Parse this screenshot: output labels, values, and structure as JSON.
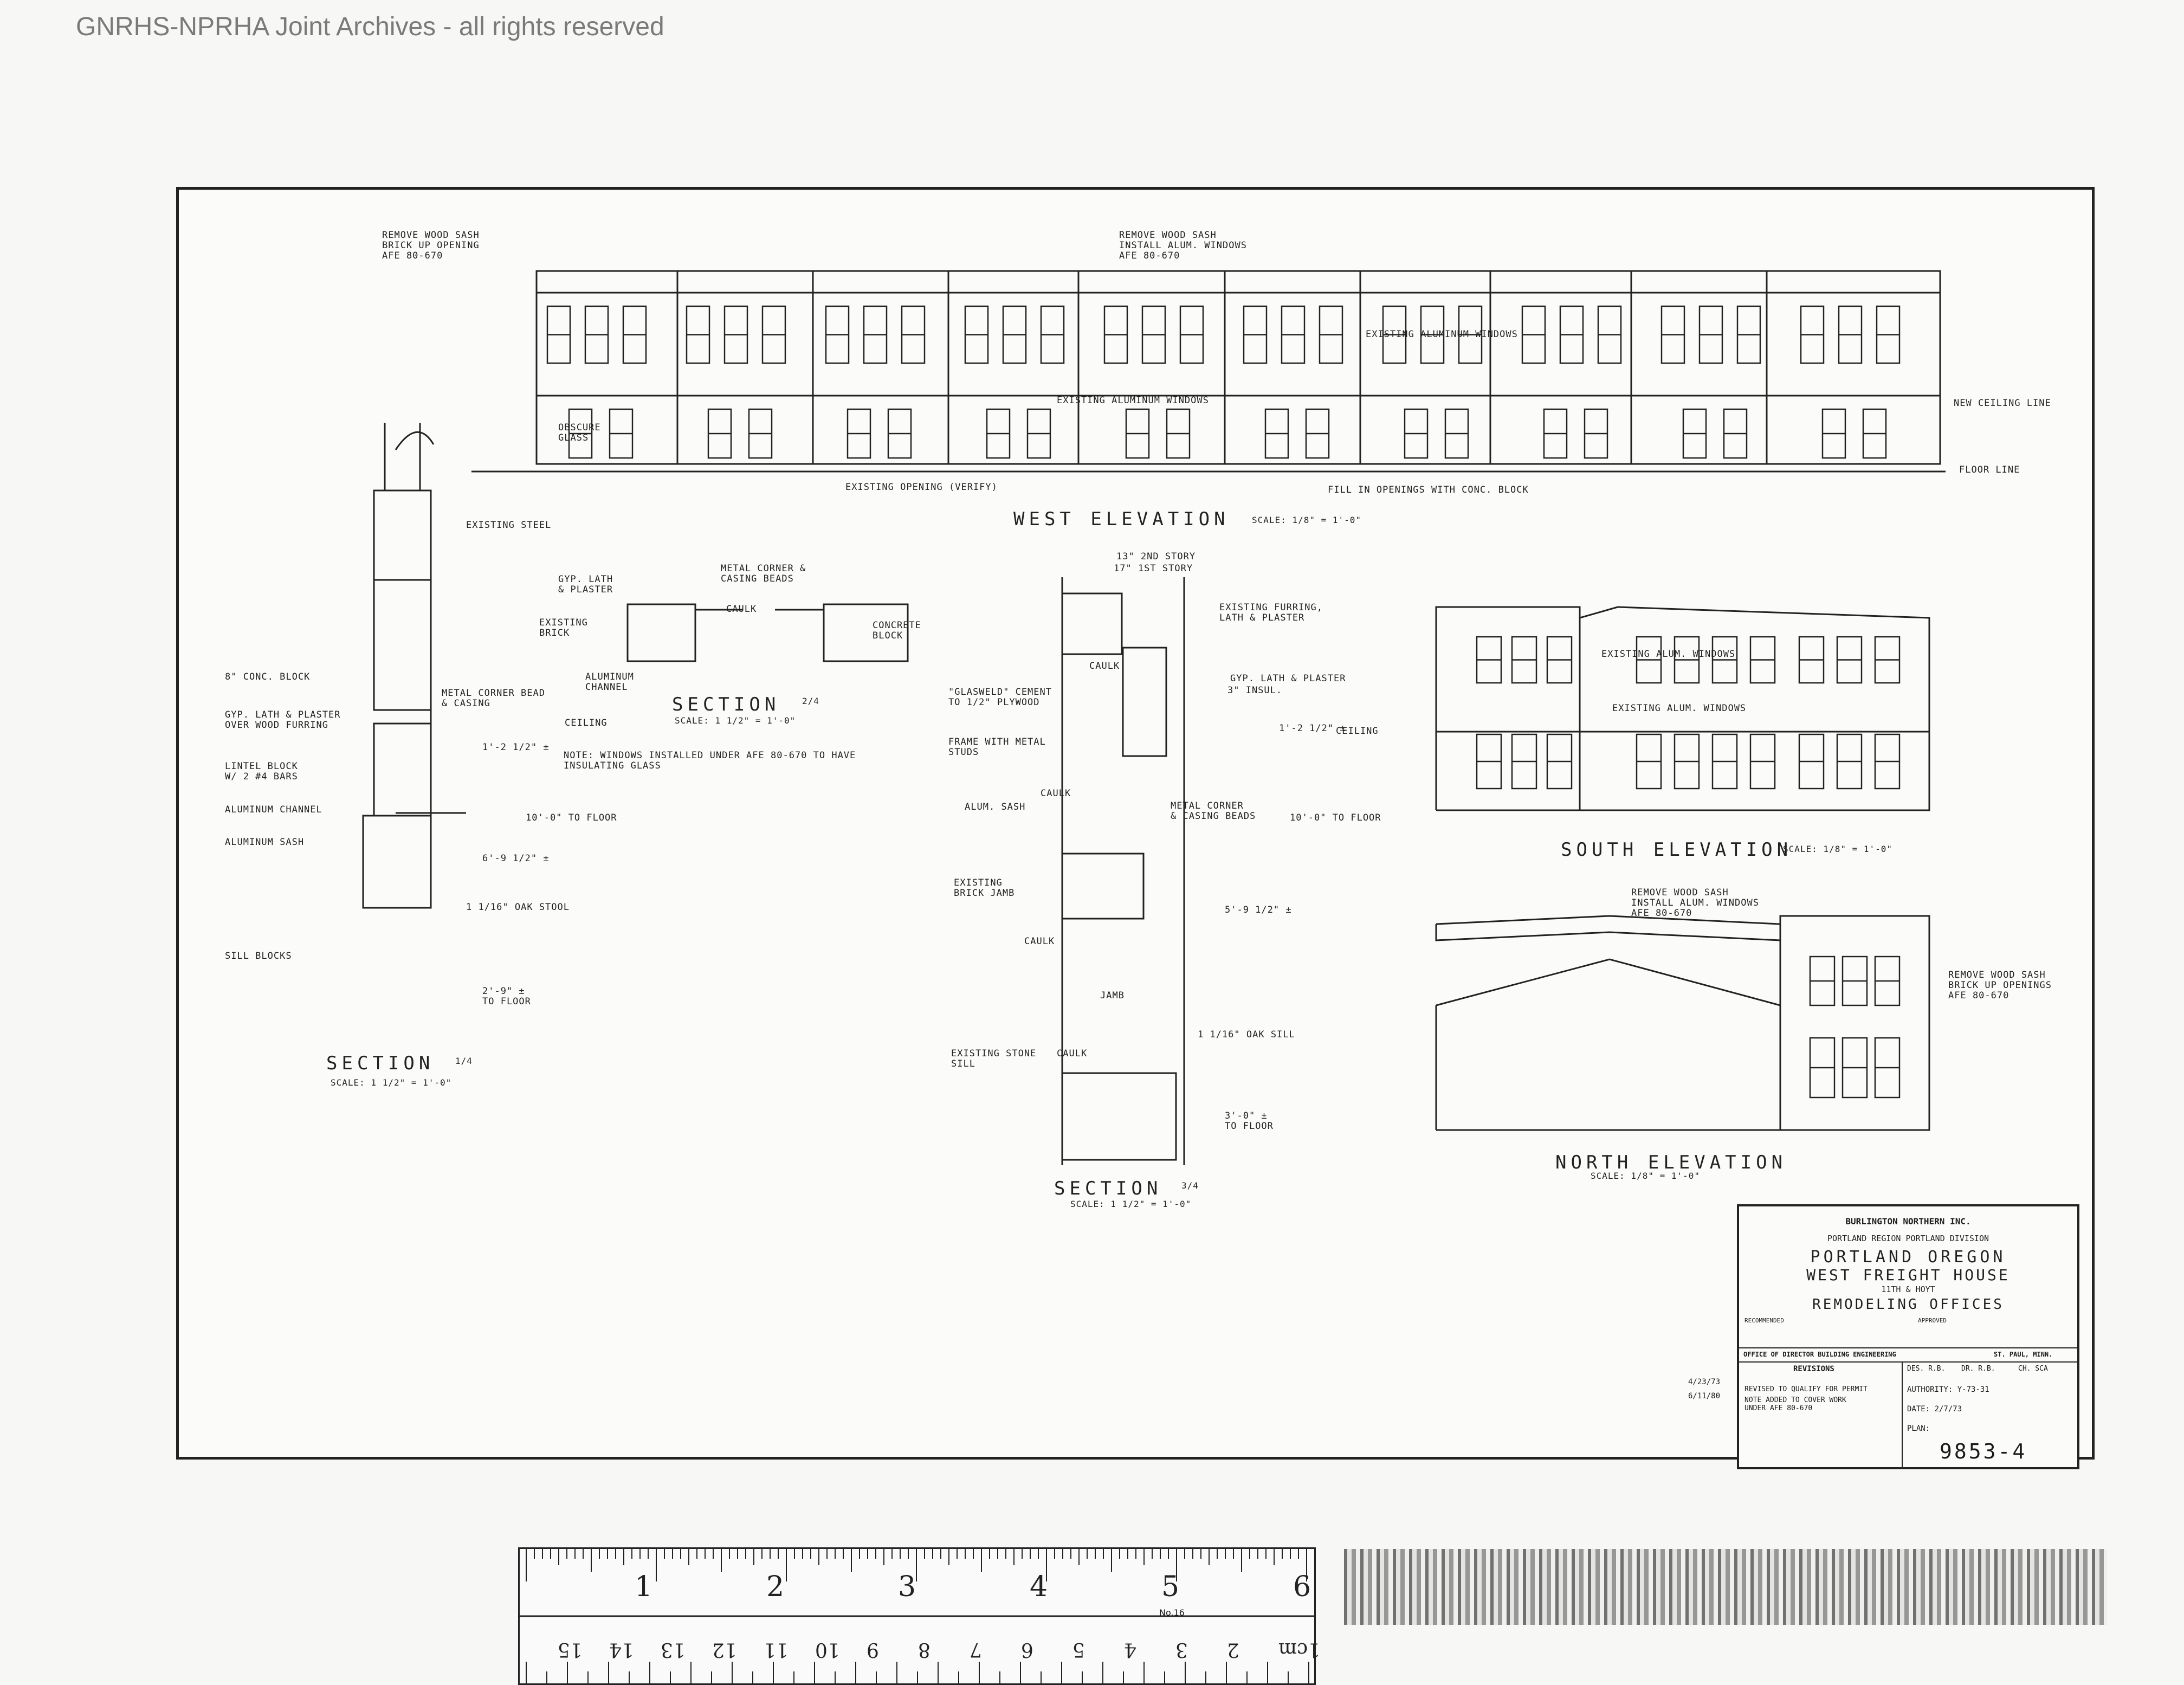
{
  "archive_notice": "GNRHS-NPRHA Joint Archives - all rights reserved",
  "west_elevation": {
    "title": "WEST  ELEVATION",
    "scale": "SCALE: 1/8\" = 1'-0\"",
    "notes": {
      "remove_sash": "REMOVE WOOD SASH\nBRICK UP OPENING\nAFE 80-670",
      "install_alum": "REMOVE WOOD SASH\nINSTALL ALUM. WINDOWS\nAFE 80-670",
      "existing_alum_upper": "EXISTING ALUMINUM WINDOWS",
      "existing_alum_lower": "EXISTING ALUMINUM WINDOWS",
      "obscure_glass": "OBSCURE\nGLASS",
      "existing_opening": "EXISTING OPENING (VERIFY)",
      "fill_openings": "FILL IN OPENINGS WITH CONC. BLOCK",
      "new_ceiling": "NEW CEILING LINE",
      "floor_line": "FLOOR LINE"
    }
  },
  "section_1": {
    "title": "SECTION",
    "ref": "1/4",
    "scale": "SCALE: 1 1/2\" = 1'-0\"",
    "notes": {
      "existing_steel": "EXISTING STEEL",
      "conc_block": "8\" CONC. BLOCK",
      "gyp_lath": "GYP. LATH & PLASTER\nOVER WOOD FURRING",
      "lintel": "LINTEL BLOCK\nW/ 2 #4 BARS",
      "alum_channel": "ALUMINUM CHANNEL",
      "alum_sash": "ALUMINUM SASH",
      "oak_stool": "1 1/16\" OAK STOOL",
      "sill_blocks": "SILL BLOCKS",
      "metal_corner": "METAL CORNER BEAD\n& CASING",
      "ceiling": "CEILING",
      "dim_1": "1'-2 1/2\" ±",
      "dim_2": "10'-0\" TO FLOOR",
      "dim_3": "6'-9 1/2\" ±",
      "dim_4": "2'-9\" ±\nTO FLOOR"
    }
  },
  "section_2": {
    "title": "SECTION",
    "ref": "2/4",
    "scale": "SCALE: 1 1/2\" = 1'-0\"",
    "notes": {
      "gyp_lath": "GYP. LATH\n& PLASTER",
      "metal_corner": "METAL CORNER &\nCASING BEADS",
      "existing_brick": "EXISTING\nBRICK",
      "caulk": "CAULK",
      "concrete_block": "CONCRETE\nBLOCK",
      "aluminum_channel": "ALUMINUM\nCHANNEL",
      "note": "NOTE:  WINDOWS INSTALLED UNDER AFE 80-670 TO HAVE\n       INSULATING GLASS"
    }
  },
  "section_3": {
    "title": "SECTION",
    "ref": "3/4",
    "scale": "SCALE: 1 1/2\" = 1'-0\"",
    "notes": {
      "story_2": "13\" 2ND STORY",
      "story_1": "17\" 1ST STORY",
      "existing_furring": "EXISTING FURRING,\nLATH & PLASTER",
      "caulk": "CAULK",
      "gyp_lath": "GYP. LATH & PLASTER",
      "insul": "3\" INSUL.",
      "glasweld": "\"GLASWELD\" CEMENT\nTO 1/2\" PLYWOOD",
      "frame_metal": "FRAME WITH METAL\nSTUDS",
      "ceiling": "CEILING",
      "caulk_2": "CAULK",
      "alum_sash": "ALUM. SASH",
      "metal_corner": "METAL CORNER\n& CASING BEADS",
      "existing_brick_jamb": "EXISTING\nBRICK JAMB",
      "caulk_3": "CAULK",
      "jamb": "JAMB",
      "caulk_4": "CAULK",
      "oak_sill": "1 1/16\" OAK SILL",
      "existing_stone_sill": "EXISTING STONE\nSILL",
      "dim_1": "1'-2 1/2\" ±",
      "dim_2": "10'-0\" TO FLOOR",
      "dim_3": "5'-9 1/2\" ±",
      "dim_4": "3'-0\" ±\nTO FLOOR"
    }
  },
  "south_elevation": {
    "title": "SOUTH  ELEVATION",
    "scale": "SCALE: 1/8\" = 1'-0\"",
    "notes": {
      "upper": "EXISTING ALUM. WINDOWS",
      "lower": "EXISTING ALUM. WINDOWS"
    }
  },
  "north_elevation": {
    "title": "NORTH  ELEVATION",
    "scale": "SCALE: 1/8\" = 1'-0\"",
    "notes": {
      "install_alum": "REMOVE WOOD SASH\nINSTALL ALUM. WINDOWS\nAFE 80-670",
      "brick_up": "REMOVE WOOD SASH\nBRICK UP OPENINGS\nAFE 80-670"
    }
  },
  "title_block": {
    "company": "BURLINGTON NORTHERN INC.",
    "region": "PORTLAND  REGION   PORTLAND  DIVISION",
    "city": "PORTLAND  OREGON",
    "project": "WEST FREIGHT HOUSE",
    "street": "11TH & HOYT",
    "subject": "REMODELING  OFFICES",
    "recommended": "RECOMMENDED",
    "approved": "APPROVED",
    "office": "OFFICE OF DIRECTOR BUILDING ENGINEERING",
    "location": "ST. PAUL, MINN.",
    "revisions": "REVISIONS",
    "des": "DES. R.B.",
    "dr": "DR. R.B.",
    "ch": "CH. SCA",
    "rev1_date": "4/23/73",
    "rev1_text": "REVISED TO QUALIFY FOR PERMIT",
    "rev2_date": "6/11/80",
    "rev2_text": "NOTE ADDED TO COVER WORK\nUNDER AFE 80-670",
    "authority": "AUTHORITY: Y-73-31",
    "date": "DATE: 2/7/73",
    "plan": "PLAN:",
    "number": "9853-4"
  },
  "ruler": {
    "inches": [
      "1",
      "2",
      "3",
      "4",
      "5",
      "6"
    ],
    "centimeters": [
      "1cm",
      "2",
      "3",
      "4",
      "5",
      "6",
      "7",
      "8",
      "9",
      "10",
      "11",
      "12",
      "13",
      "14",
      "15"
    ],
    "maker": "No.16"
  }
}
